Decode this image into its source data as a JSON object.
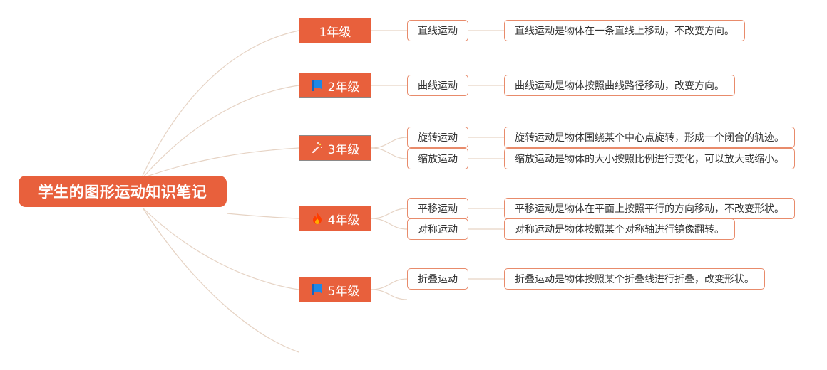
{
  "root": {
    "label": "学生的图形运动知识笔记"
  },
  "grades": [
    {
      "label": "1年级",
      "icon": "none"
    },
    {
      "label": "2年级",
      "icon": "blue-flag-icon"
    },
    {
      "label": "3年级",
      "icon": "firecracker-icon"
    },
    {
      "label": "4年级",
      "icon": "fire-icon"
    },
    {
      "label": "5年级",
      "icon": "blue-flag-icon"
    }
  ],
  "topics": [
    {
      "label": "直线运动",
      "description": "直线运动是物体在一条直线上移动，不改变方向。"
    },
    {
      "label": "曲线运动",
      "description": "曲线运动是物体按照曲线路径移动，改变方向。"
    },
    {
      "label": "旋转运动",
      "description": "旋转运动是物体围绕某个中心点旋转，形成一个闭合的轨迹。"
    },
    {
      "label": "缩放运动",
      "description": "缩放运动是物体的大小按照比例进行变化，可以放大或缩小。"
    },
    {
      "label": "平移运动",
      "description": "平移运动是物体在平面上按照平行的方向移动，不改变形状。"
    },
    {
      "label": "对称运动",
      "description": "对称运动是物体按照某个对称轴进行镜像翻转。"
    },
    {
      "label": "折叠运动",
      "description": "折叠运动是物体按照某个折叠线进行折叠，改变形状。"
    }
  ],
  "colors": {
    "accent": "#e8603c",
    "border": "#e88b6b",
    "line": "#e6d3c4",
    "flag": "#1e88e5"
  }
}
